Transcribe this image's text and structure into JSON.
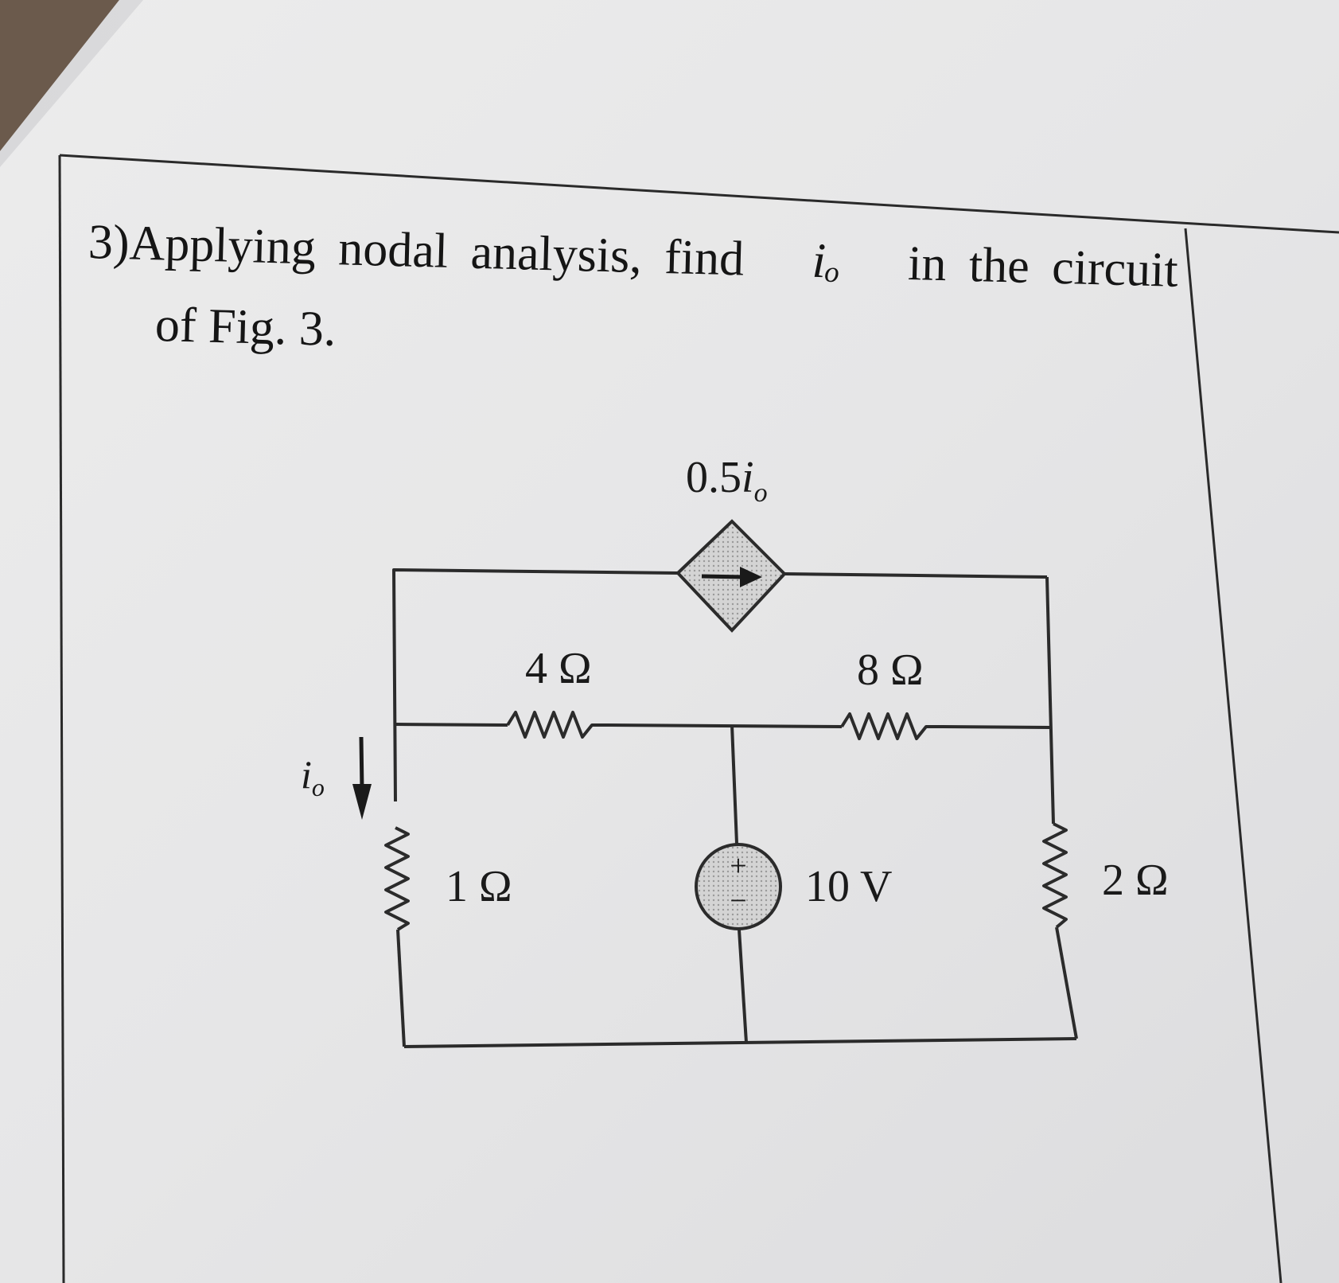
{
  "question": {
    "number": "3)",
    "text_before_var": "Applying  nodal  analysis,  find",
    "variable": "iₒ",
    "text_after_var": "in  the  circuit",
    "line2": "of Fig. 3."
  },
  "circuit": {
    "dependent_source_label_main": "0.5",
    "dependent_source_label_var": "i",
    "dependent_source_label_sub": "o",
    "resistor_top_left": "4 Ω",
    "resistor_top_right": "8 Ω",
    "resistor_left": "1 Ω",
    "resistor_right": "2 Ω",
    "voltage_source": "10 V",
    "vs_plus": "+",
    "vs_minus": "−",
    "current_label_var": "i",
    "current_label_sub": "o"
  }
}
